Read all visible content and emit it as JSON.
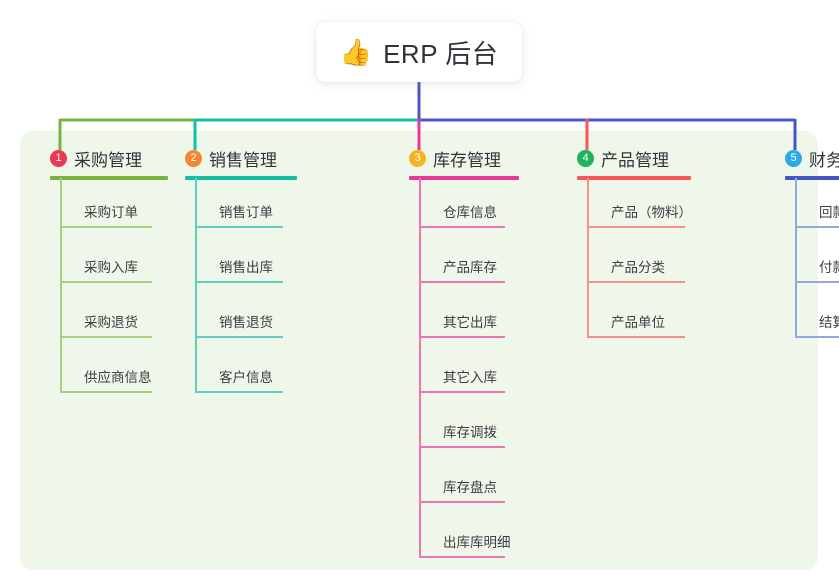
{
  "root": {
    "icon": "thumbs-up-icon",
    "emoji": "👍",
    "title": "ERP 后台"
  },
  "palette": {
    "panel_bg": "#eff7ea",
    "page_bg": "#ffffff",
    "text": "#31353a",
    "root_stem": "#4a57c4"
  },
  "connector_bar": {
    "segments": [
      {
        "name": "green-segment",
        "color": "#76b43f"
      },
      {
        "name": "teal-segment",
        "color": "#12bfa5"
      },
      {
        "name": "blue-segment",
        "color": "#4a57c4"
      }
    ]
  },
  "columns": [
    {
      "index": "1",
      "title": "采购管理",
      "badge_color": "#ea3a53",
      "line_color": "#76b43f",
      "leaf_color": "#a9ce84",
      "items": [
        "采购订单",
        "采购入库",
        "采购退货",
        "供应商信息"
      ]
    },
    {
      "index": "2",
      "title": "销售管理",
      "badge_color": "#f58634",
      "line_color": "#12bfa5",
      "leaf_color": "#63cfc0",
      "items": [
        "销售订单",
        "销售出库",
        "销售退货",
        "客户信息"
      ]
    },
    {
      "index": "3",
      "title": "库存管理",
      "badge_color": "#f5b324",
      "line_color": "#e8399b",
      "leaf_color": "#ec76b4",
      "items": [
        "仓库信息",
        "产品库存",
        "其它出库",
        "其它入库",
        "库存调拨",
        "库存盘点",
        "出库库明细"
      ]
    },
    {
      "index": "4",
      "title": "产品管理",
      "badge_color": "#1cb35c",
      "line_color": "#f95757",
      "leaf_color": "#f5918d",
      "items": [
        "产品（物料）",
        "产品分类",
        "产品单位"
      ]
    },
    {
      "index": "5",
      "title": "财务管理",
      "badge_color": "#2fa8e8",
      "line_color": "#4256c8",
      "leaf_color": "#93a8e0",
      "items": [
        "回款单",
        "付款单",
        "结算账户"
      ]
    }
  ]
}
